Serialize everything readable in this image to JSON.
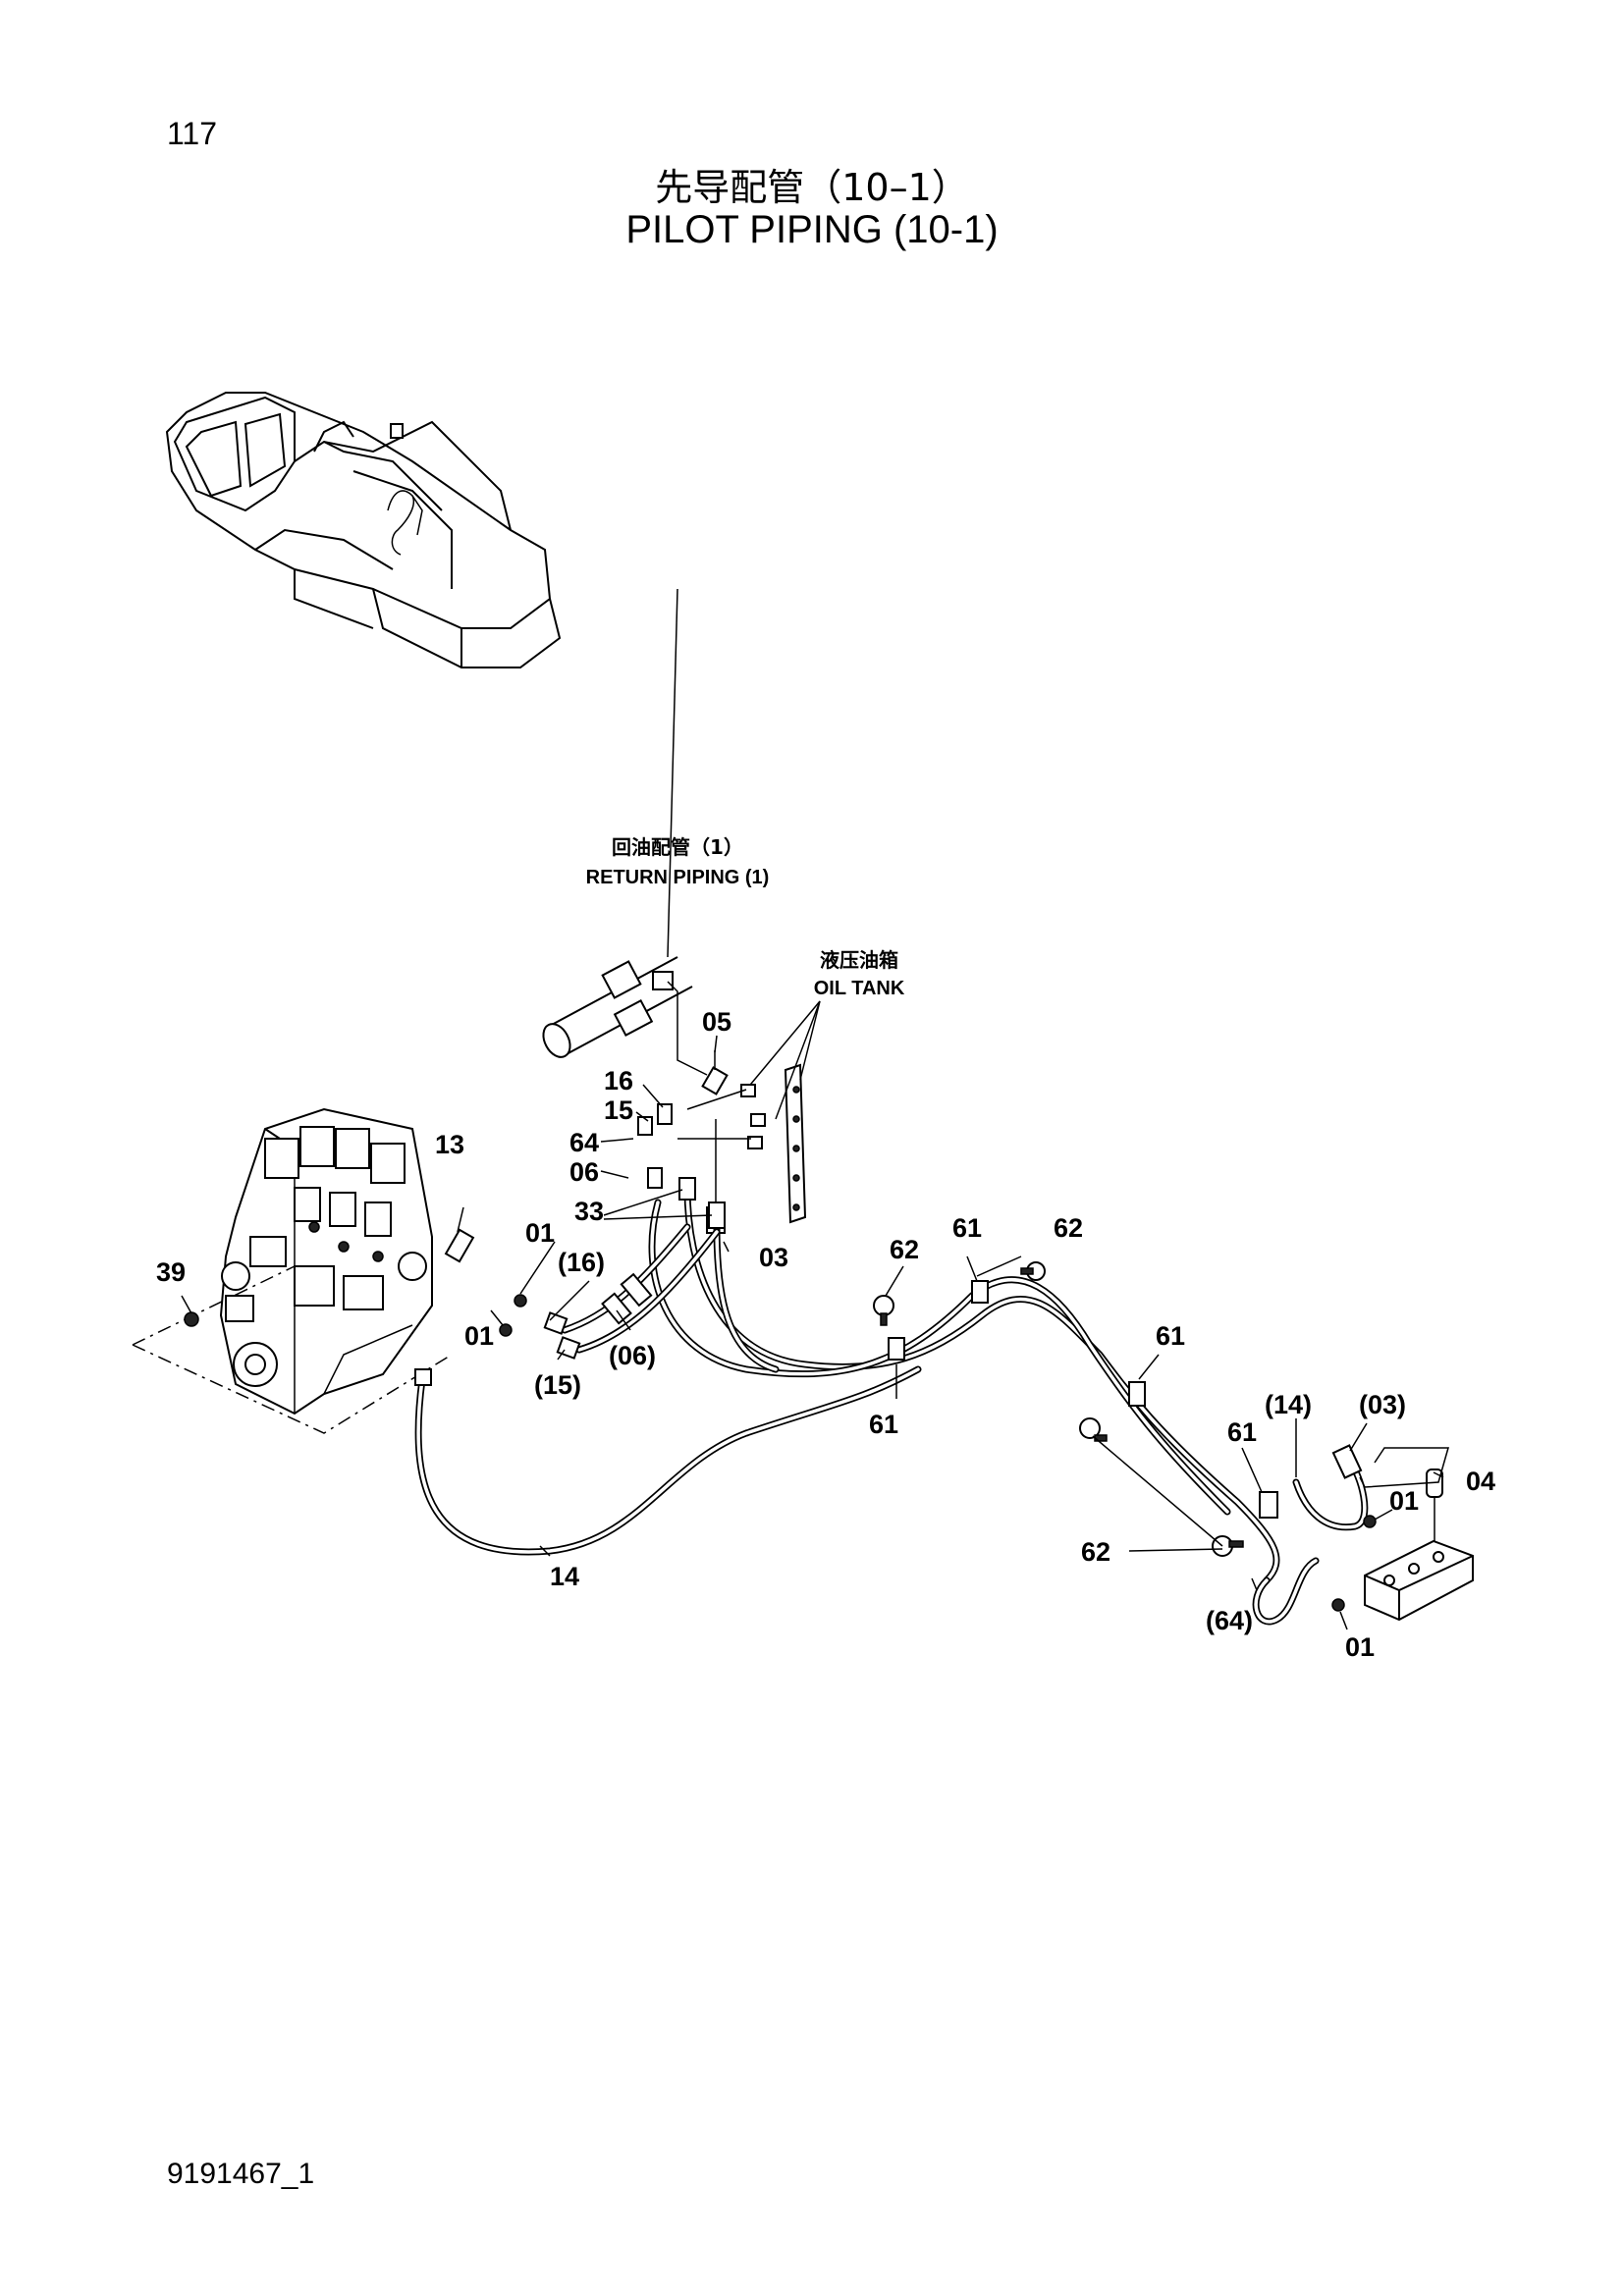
{
  "header": {
    "page_number": "117",
    "title_cn": "先导配管（10–1）",
    "title_en": "PILOT PIPING (10-1)"
  },
  "footer": {
    "doc_id": "9191467_1"
  },
  "labels": {
    "return_piping_cn": "回油配管（1）",
    "return_piping_en": "RETURN PIPING (1)",
    "oil_tank_cn": "液压油箱",
    "oil_tank_en": "OIL TANK"
  },
  "callouts": {
    "c05": "05",
    "c16": "16",
    "c15": "15",
    "c64": "64",
    "c06": "06",
    "c33": "33",
    "c03": "03",
    "c13": "13",
    "c01a": "01",
    "c16p": "(16)",
    "c01b": "01",
    "c15p": "(15)",
    "c06p": "(06)",
    "c39": "39",
    "c14": "14",
    "c62a": "62",
    "c61a": "61",
    "c62b": "62",
    "c61b": "61",
    "c61c": "61",
    "c14p": "(14)",
    "c03p": "(03)",
    "c61d": "61",
    "c04": "04",
    "c01c": "01",
    "c62c": "62",
    "c64p": "(64)",
    "c01d": "01"
  }
}
